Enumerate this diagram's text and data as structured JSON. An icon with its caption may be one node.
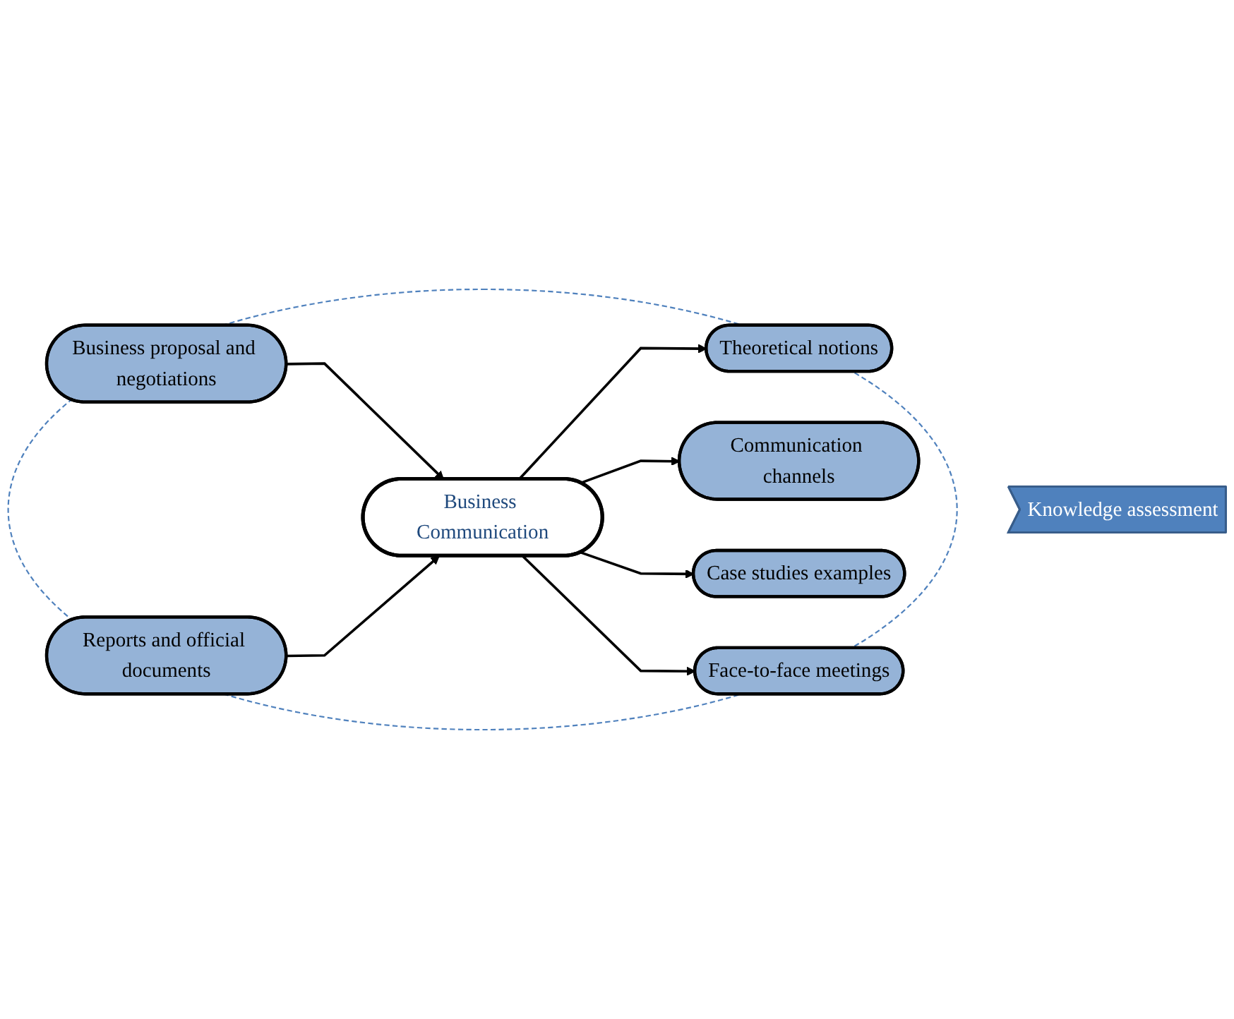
{
  "diagram": {
    "nodes": [
      {
        "text": [],
        "shape": "ellipse"
      },
      {
        "text": [
          "Business proposal and negotiations"
        ],
        "in": 0
      },
      {
        "text": [
          "Theoretical notions"
        ],
        "in": 0
      },
      {
        "text": [
          "Communication channels"
        ],
        "in": 0
      },
      {
        "text": [
          "Business Communication"
        ],
        "in": 0
      },
      {
        "text": [
          "Case studies examples"
        ],
        "in": 0
      },
      {
        "text": [
          "Face-to-face meetings"
        ],
        "in": 0
      },
      {
        "text": [
          "Reports and official documents"
        ],
        "in": 0
      },
      {
        "text": [
          "Knowledge assessment"
        ]
      }
    ],
    "edges": [
      {
        "from": 1,
        "to": 4,
        "arrow": "to"
      },
      {
        "from": 4,
        "to": 2,
        "arrow": "to"
      },
      {
        "from": 4,
        "to": 3,
        "arrow": "to"
      },
      {
        "from": 4,
        "to": 5,
        "arrow": "to"
      },
      {
        "from": 4,
        "to": 6,
        "arrow": "to"
      },
      {
        "from": 7,
        "to": 4,
        "arrow": "to"
      }
    ]
  }
}
